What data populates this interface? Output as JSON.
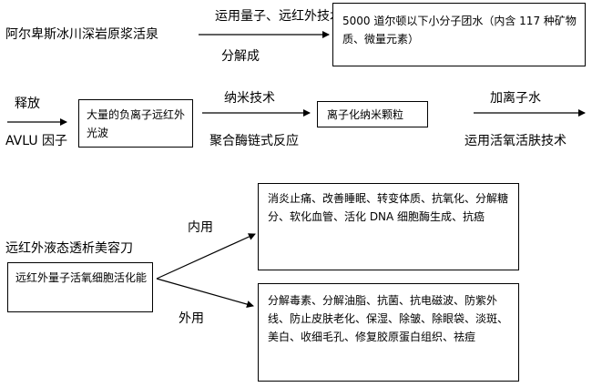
{
  "row1": {
    "source": "阿尔卑斯冰川深岩原浆活泉",
    "tech": "运用量子、远红外技术",
    "process": "分解成",
    "result": "5000 道尔顿以下小分子团水（内含 117 种矿物质、微量元素）"
  },
  "row2": {
    "release": "释放",
    "factor": "AVLU 因子",
    "box1": "大量的负离子远红外光波",
    "nano": "纳米技术",
    "reaction": "聚合酶链式反应",
    "box2": "离子化纳米颗粒",
    "add": "加离子水",
    "skin": "运用活氧活肤技术"
  },
  "row3": {
    "title": "远红外液态透析美容刀",
    "source_box": "远红外量子活氧细胞活化能",
    "internal": "内用",
    "external": "外用",
    "internal_box": "消炎止痛、改善睡眠、转变体质、抗氧化、分解糖分、软化血管、活化 DNA 细胞酶生成、抗癌",
    "external_box": "分解毒素、分解油脂、抗菌、抗电磁波、防紫外线、防止皮肤老化、保湿、除皱、除眼袋、淡斑、美白、收细毛孔、修复胶原蛋白组织、祛痘"
  }
}
